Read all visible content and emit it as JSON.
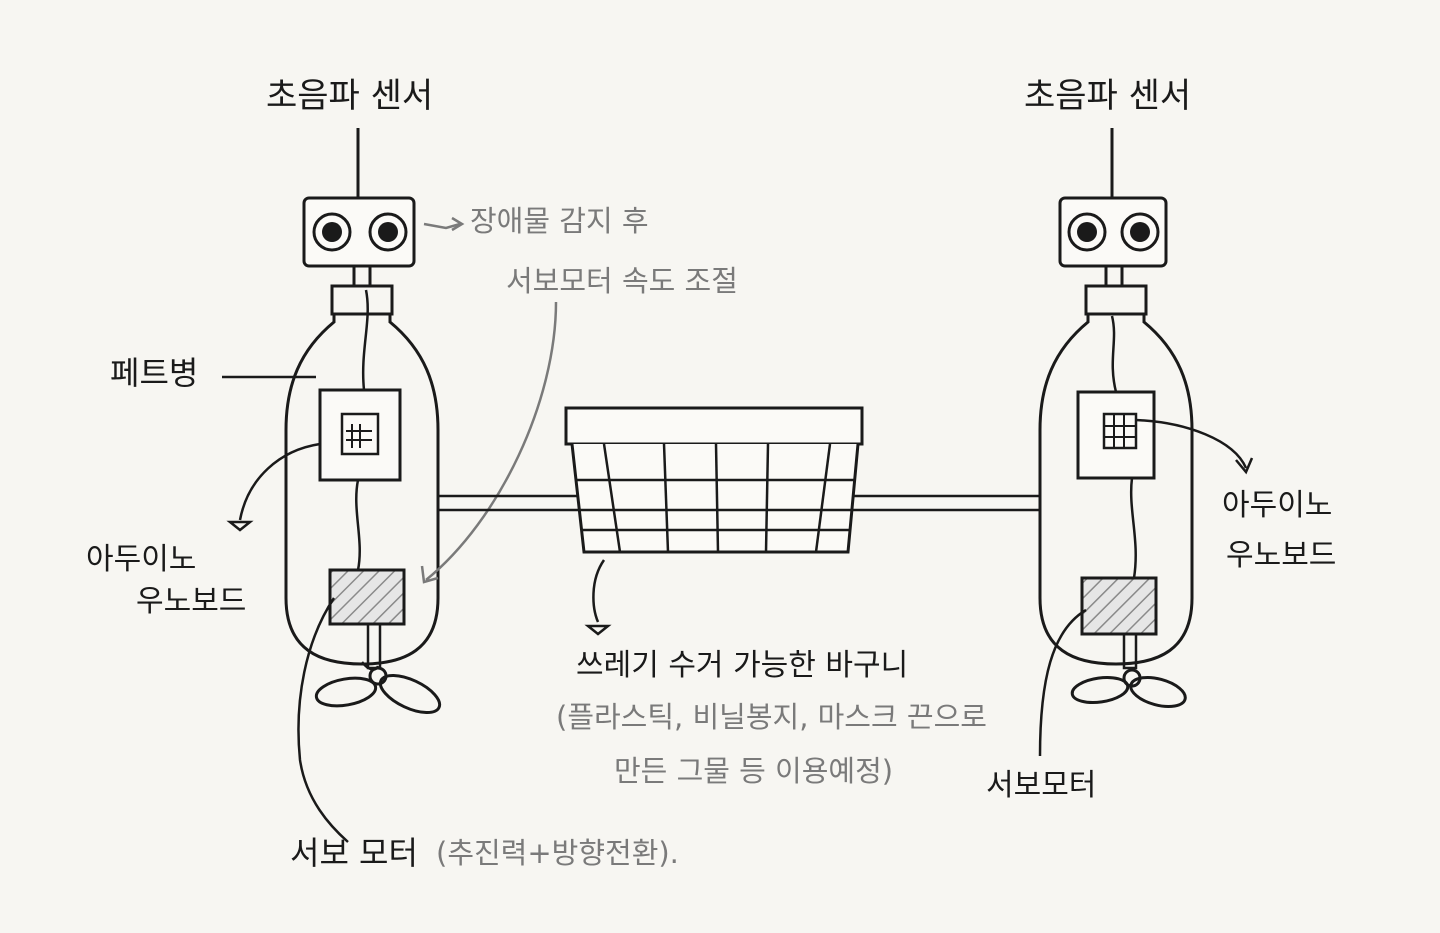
{
  "labels": {
    "sensor_left": "초음파 센서",
    "sensor_right": "초음파 센서",
    "pet_bottle": "페트병",
    "obstacle_line1": "장애물 감지 후",
    "obstacle_line2": "서보모터 속도 조절",
    "arduino_left_line1": "아두이노",
    "arduino_left_line2": "우노보드",
    "arduino_right_line1": "아두이노",
    "arduino_right_line2": "우노보드",
    "basket_title": "쓰레기 수거 가능한 바구니",
    "basket_note_line1": "(플라스틱, 비닐봉지, 마스크 끈으로",
    "basket_note_line2": "만든 그물 등 이용예정)",
    "servo_right": "서보모터",
    "servo_left": "서보 모터",
    "servo_left_note": "(추진력+방향전환)."
  },
  "colors": {
    "ink": "#1a1a1a",
    "pencil_gray": "#7a7a7a",
    "paper": "#f7f6f2",
    "hatch": "#8a8a8a"
  },
  "icons": {
    "sensor": "ultrasonic-sensor-icon",
    "board": "arduino-board-icon",
    "servo": "servo-motor-icon",
    "propeller": "propeller-icon",
    "basket": "basket-icon"
  }
}
